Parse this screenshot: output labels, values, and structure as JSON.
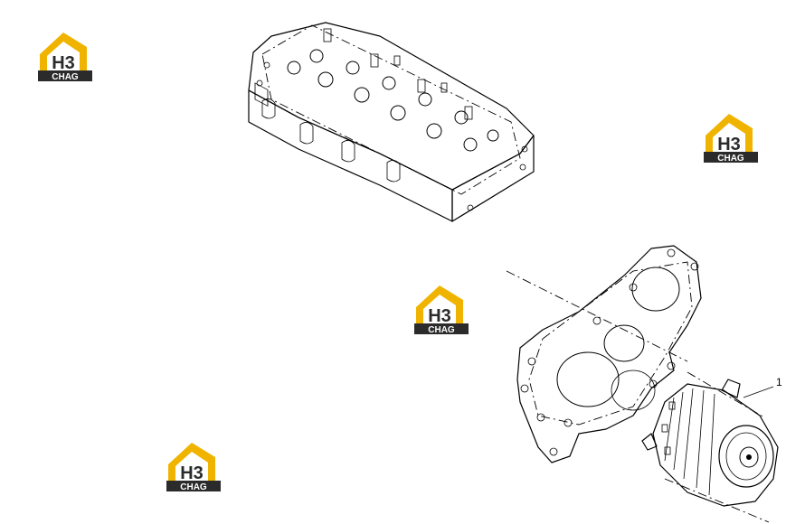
{
  "watermark": {
    "text_top": "H3",
    "text_bottom": "CHAG",
    "colors": {
      "roof": "#f0b400",
      "bar": "#2b2b2b",
      "letters": "#2b2b2b",
      "bar_text": "#ffffff"
    }
  },
  "callouts": [
    {
      "label": "1"
    }
  ],
  "parts": [
    {
      "name": "cylinder-head",
      "icon": "cylinder-head-drawing"
    },
    {
      "name": "timing-gear-housing",
      "icon": "gear-housing-drawing"
    },
    {
      "name": "alternator",
      "icon": "alternator-drawing"
    }
  ]
}
